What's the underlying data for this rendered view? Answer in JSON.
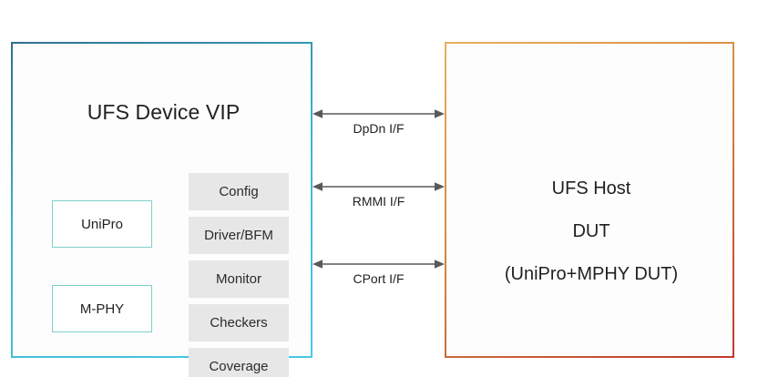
{
  "diagram": {
    "title": "UFS Device VIP / UFS Host DUT verification environment",
    "vip": {
      "title": "UFS Device VIP",
      "border_color": "#3ec3dc",
      "layers": [
        {
          "label": "UniPro"
        },
        {
          "label": "M-PHY"
        }
      ],
      "components": [
        {
          "label": "Config"
        },
        {
          "label": "Driver/BFM"
        },
        {
          "label": "Monitor"
        },
        {
          "label": "Checkers"
        },
        {
          "label": "Coverage"
        }
      ],
      "component_fill": "#e7e7e7",
      "layer_border_color": "#7dcfc9"
    },
    "dut": {
      "border_color": "#d89a4e",
      "lines": [
        "UFS Host",
        "DUT",
        "(UniPro+MPHY DUT)"
      ]
    },
    "interfaces": [
      {
        "label": "DpDn I/F",
        "direction": "bidirectional"
      },
      {
        "label": "RMMI I/F",
        "direction": "bidirectional"
      },
      {
        "label": "CPort I/F",
        "direction": "bidirectional"
      }
    ],
    "arrow_color": "#595959"
  }
}
